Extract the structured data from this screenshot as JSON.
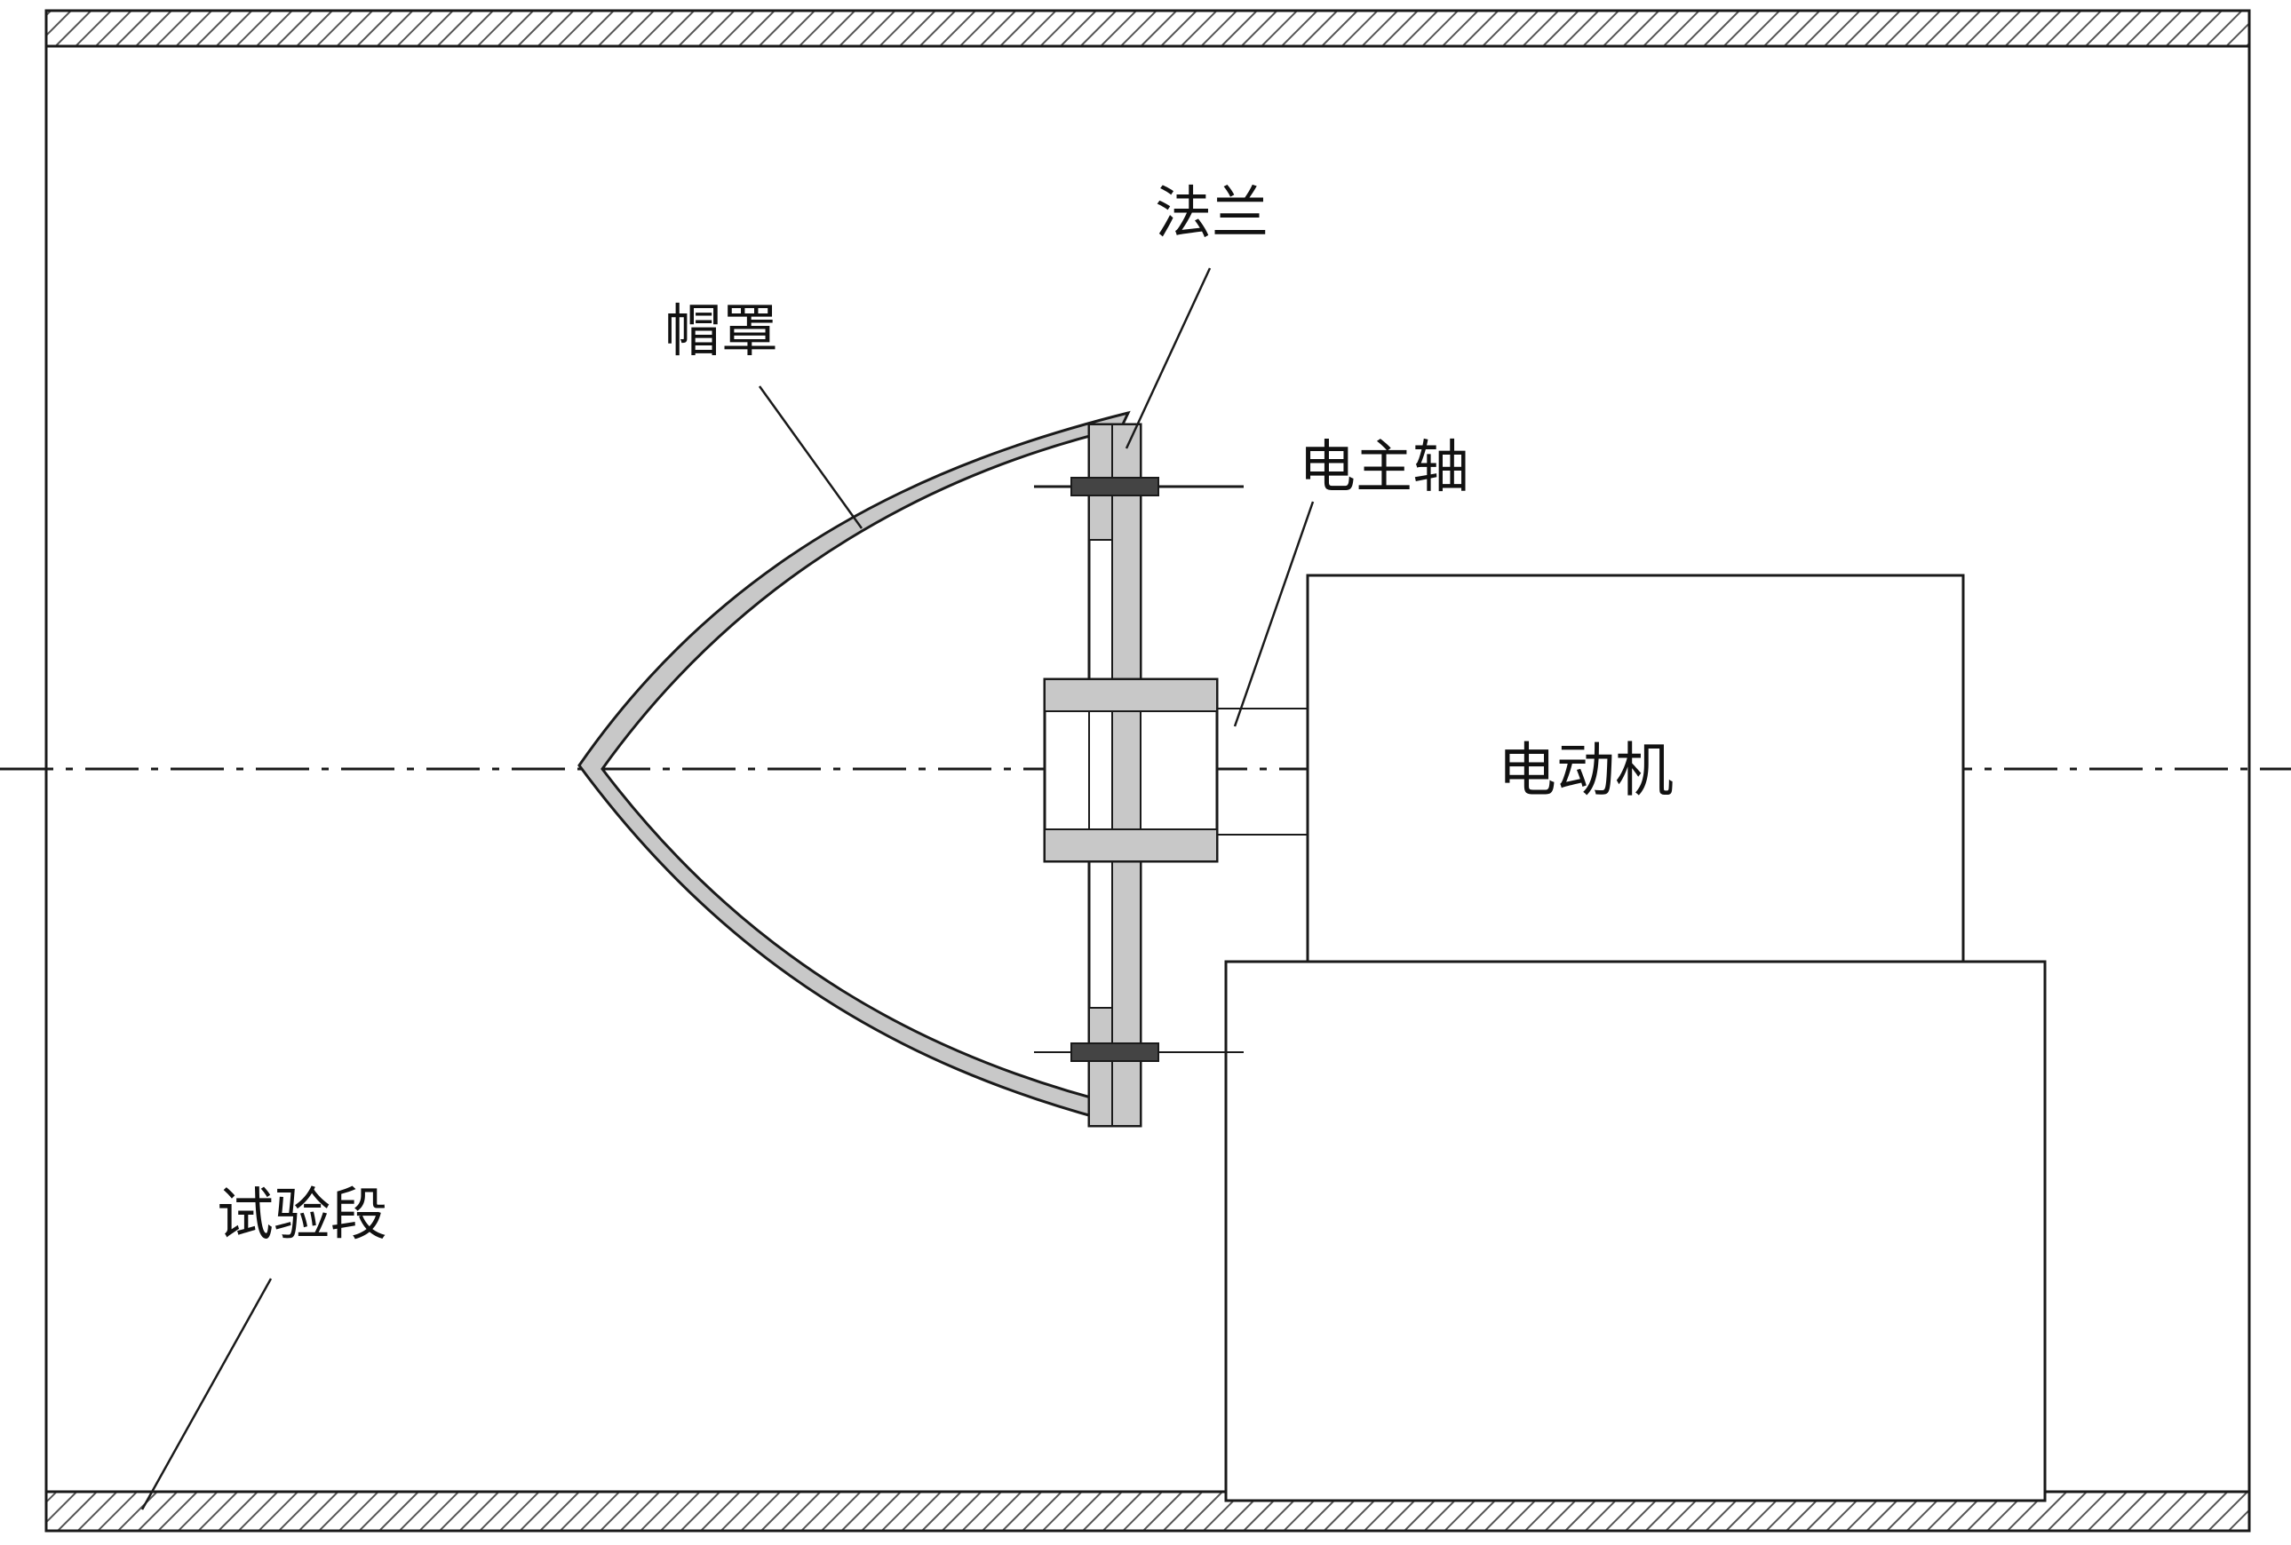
{
  "labels": {
    "flange": "法兰",
    "cap": "帽罩",
    "spindle": "电主轴",
    "motor": "电动机",
    "test_section": "试验段"
  },
  "colors": {
    "line": "#1a1a1a",
    "hatch": "#555555",
    "part_fill": "#c8c8c8",
    "background": "#ffffff"
  }
}
